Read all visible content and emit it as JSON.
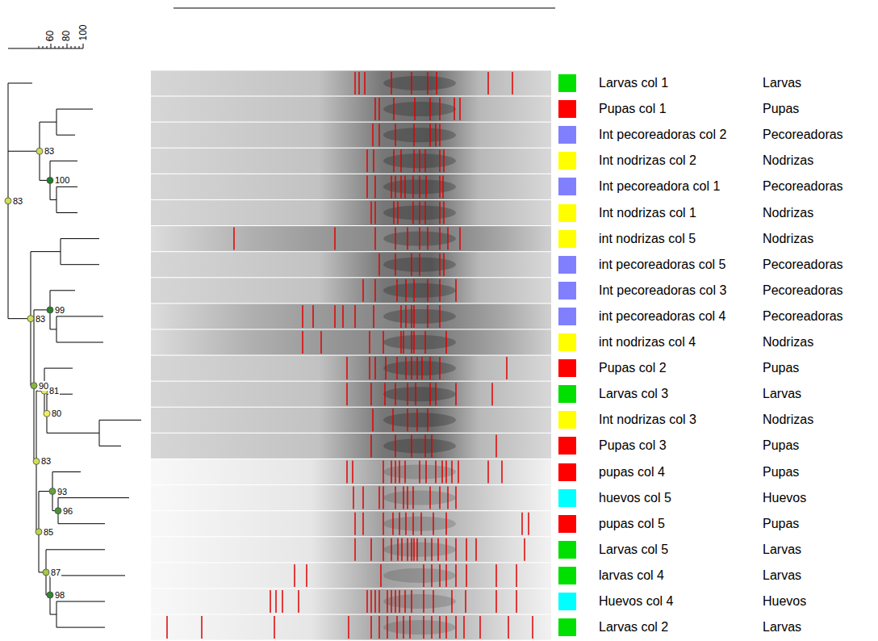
{
  "diagram": {
    "labels": [
      "60",
      "80",
      "100",
      "83",
      "83",
      "100",
      "83",
      "90",
      "99",
      "83",
      "81",
      "80",
      "85",
      "93",
      "96",
      "87",
      "98",
      "Larvas col 1",
      "Pupas col 1",
      "Int pecoreadoras col 2",
      "Int nodrizas col 2",
      "Int pecoreadora col 1",
      "Int nodrizas col 1",
      "int nodrizas col 5",
      "int pecoreadoras col 5",
      "Int pecoreadoras col 3",
      "int pecoreadoras col 4",
      "int nodrizas col 4",
      "Pupas col 2",
      "Larvas col 3",
      "Int nodrizas col 3",
      "Pupas col 3",
      "pupas col 4",
      "huevos col 5",
      "pupas col 5",
      "Larvas col 5",
      "larvas col 4",
      "Huevos col 4",
      "Larvas col 2"
    ],
    "legend": [
      {
        "text": "Larvas",
        "color": "#00e000"
      },
      {
        "text": "Pupas",
        "color": "#ff0000"
      },
      {
        "text": "Pecoreadoras",
        "color": "#8080ff"
      },
      {
        "text": "Nodrizas",
        "color": "#ffff00"
      },
      {
        "text": "Pecoreadoras",
        "color": "#8080ff"
      },
      {
        "text": "Nodrizas",
        "color": "#ffff00"
      },
      {
        "text": "Nodrizas",
        "color": "#ffff00"
      },
      {
        "text": "Pecoreadoras",
        "color": "#8080ff"
      },
      {
        "text": "Pecoreadoras",
        "color": "#8080ff"
      },
      {
        "text": "Pecoreadoras",
        "color": "#8080ff"
      },
      {
        "text": "Nodrizas",
        "color": "#ffff00"
      },
      {
        "text": "Pupas",
        "color": "#ff0000"
      },
      {
        "text": "Larvas",
        "color": "#00e000"
      },
      {
        "text": "Nodrizas",
        "color": "#ffff00"
      },
      {
        "text": "Pupas",
        "color": "#ff0000"
      },
      {
        "text": "Pupas",
        "color": "#ff0000"
      },
      {
        "text": "Huevos",
        "color": "#00ffff"
      },
      {
        "text": "Pupas",
        "color": "#ff0000"
      },
      {
        "text": "Larvas",
        "color": "#00e000"
      },
      {
        "text": "Larvas",
        "color": "#00e000"
      },
      {
        "text": "Huevos",
        "color": "#00ffff"
      },
      {
        "text": "Larvas",
        "color": "#00e000"
      }
    ]
  }
}
